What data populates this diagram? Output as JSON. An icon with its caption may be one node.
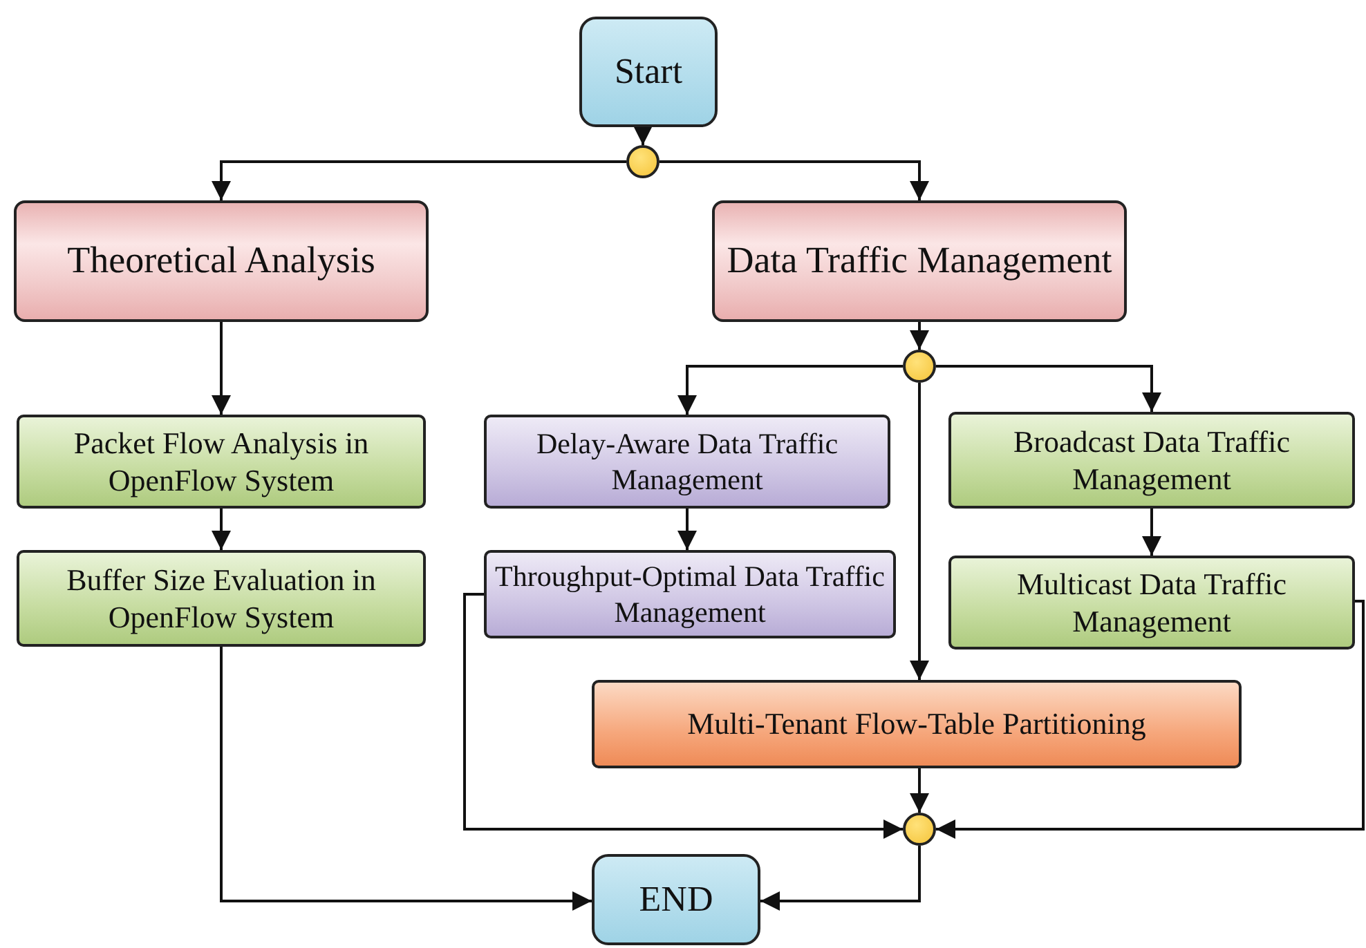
{
  "diagram": {
    "nodes": [
      {
        "text": [
          "Start"
        ]
      },
      {
        "text": [],
        "shape": "circle"
      },
      {
        "text": [
          "Theoretical Analysis"
        ]
      },
      {
        "text": [
          "Data Traffic Management"
        ]
      },
      {
        "text": [],
        "shape": "circle"
      },
      {
        "text": [
          "Packet Flow Analysis in OpenFlow System"
        ]
      },
      {
        "text": [
          "Buffer Size Evaluation in OpenFlow System"
        ]
      },
      {
        "text": [
          "Delay-Aware Data Traffic Management"
        ]
      },
      {
        "text": [
          "Broadcast Data Traffic Management"
        ]
      },
      {
        "text": [
          "Throughput-Optimal Data Traffic Management"
        ]
      },
      {
        "text": [
          "Multicast Data Traffic Management"
        ]
      },
      {
        "text": [
          "Multi-Tenant Flow-Table Partitioning"
        ]
      },
      {
        "text": [],
        "shape": "circle"
      },
      {
        "text": [
          "END"
        ]
      }
    ],
    "edges": [
      {
        "from": 0,
        "to": 1,
        "arrow": "to"
      },
      {
        "from": 1,
        "to": 2,
        "arrow": "to"
      },
      {
        "from": 1,
        "to": 3,
        "arrow": "to"
      },
      {
        "from": 3,
        "to": 4,
        "arrow": "to"
      },
      {
        "from": 4,
        "to": 7,
        "arrow": "to"
      },
      {
        "from": 4,
        "to": 8,
        "arrow": "to"
      },
      {
        "from": 4,
        "to": 11,
        "arrow": "to"
      },
      {
        "from": 2,
        "to": 5,
        "arrow": "to"
      },
      {
        "from": 5,
        "to": 6,
        "arrow": "to"
      },
      {
        "from": 7,
        "to": 9,
        "arrow": "to"
      },
      {
        "from": 8,
        "to": 10,
        "arrow": "to"
      },
      {
        "from": 11,
        "to": 12,
        "arrow": "to"
      },
      {
        "from": 9,
        "to": 12,
        "arrow": "to"
      },
      {
        "from": 10,
        "to": 12,
        "arrow": "to"
      },
      {
        "from": 6,
        "to": 13,
        "arrow": "to"
      },
      {
        "from": 12,
        "to": 13,
        "arrow": "to"
      }
    ]
  }
}
